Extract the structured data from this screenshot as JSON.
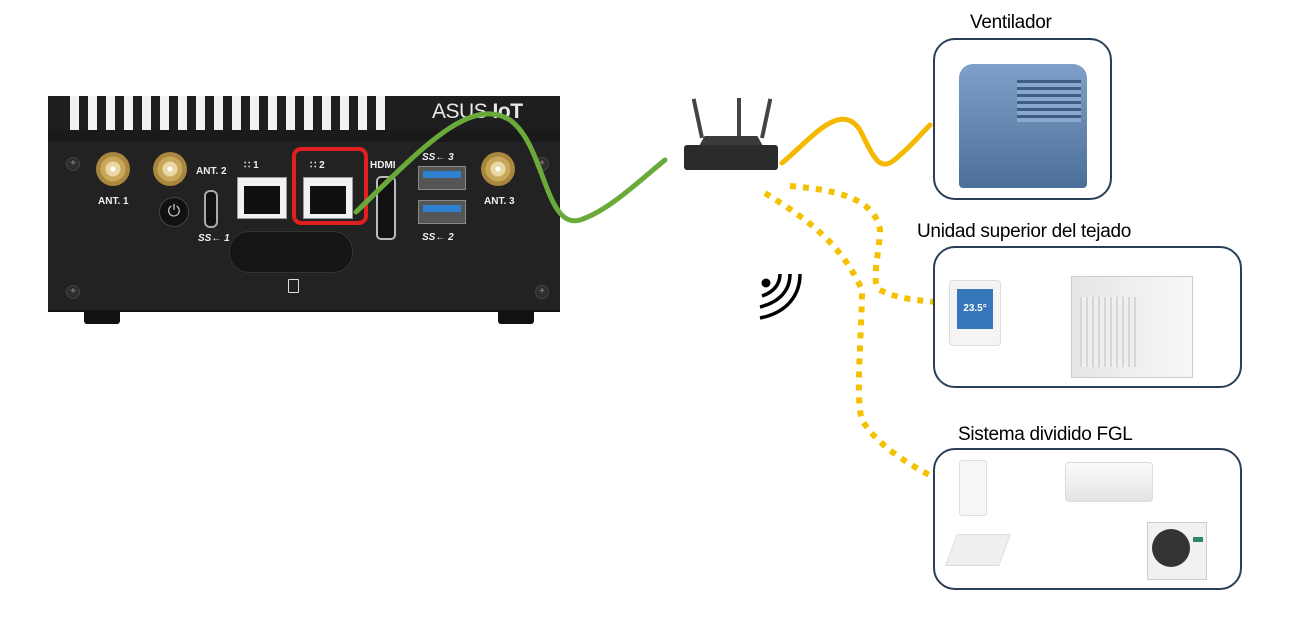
{
  "device": {
    "brand_text": "ASUS",
    "brand_bold": "IoT",
    "ports": {
      "ant1": "ANT. 1",
      "ant2": "ANT. 2",
      "ant3": "ANT. 3",
      "lan1": "∷ 1",
      "lan2": "∷ 2",
      "hdmi": "HDMI",
      "usb1": "SS← 1",
      "usb2": "SS← 2",
      "usb3": "SS← 3"
    },
    "highlighted_port": "LAN 2"
  },
  "connections": {
    "ethernet_color": "#6aaa3a",
    "wired_color": "#f5b800",
    "wireless_color": "#f5c000",
    "highlight_color": "#e02020",
    "card_border_color": "#2a3f55"
  },
  "targets": [
    {
      "title": "Ventilador",
      "link": "wired"
    },
    {
      "title": "Unidad superior del tejado",
      "link": "wireless",
      "thermostat_reading": "23.5°"
    },
    {
      "title": "Sistema dividido FGL",
      "link": "wireless"
    }
  ],
  "icons": {
    "wireless_signal": "wireless-signal-icon",
    "router": "router-icon"
  }
}
